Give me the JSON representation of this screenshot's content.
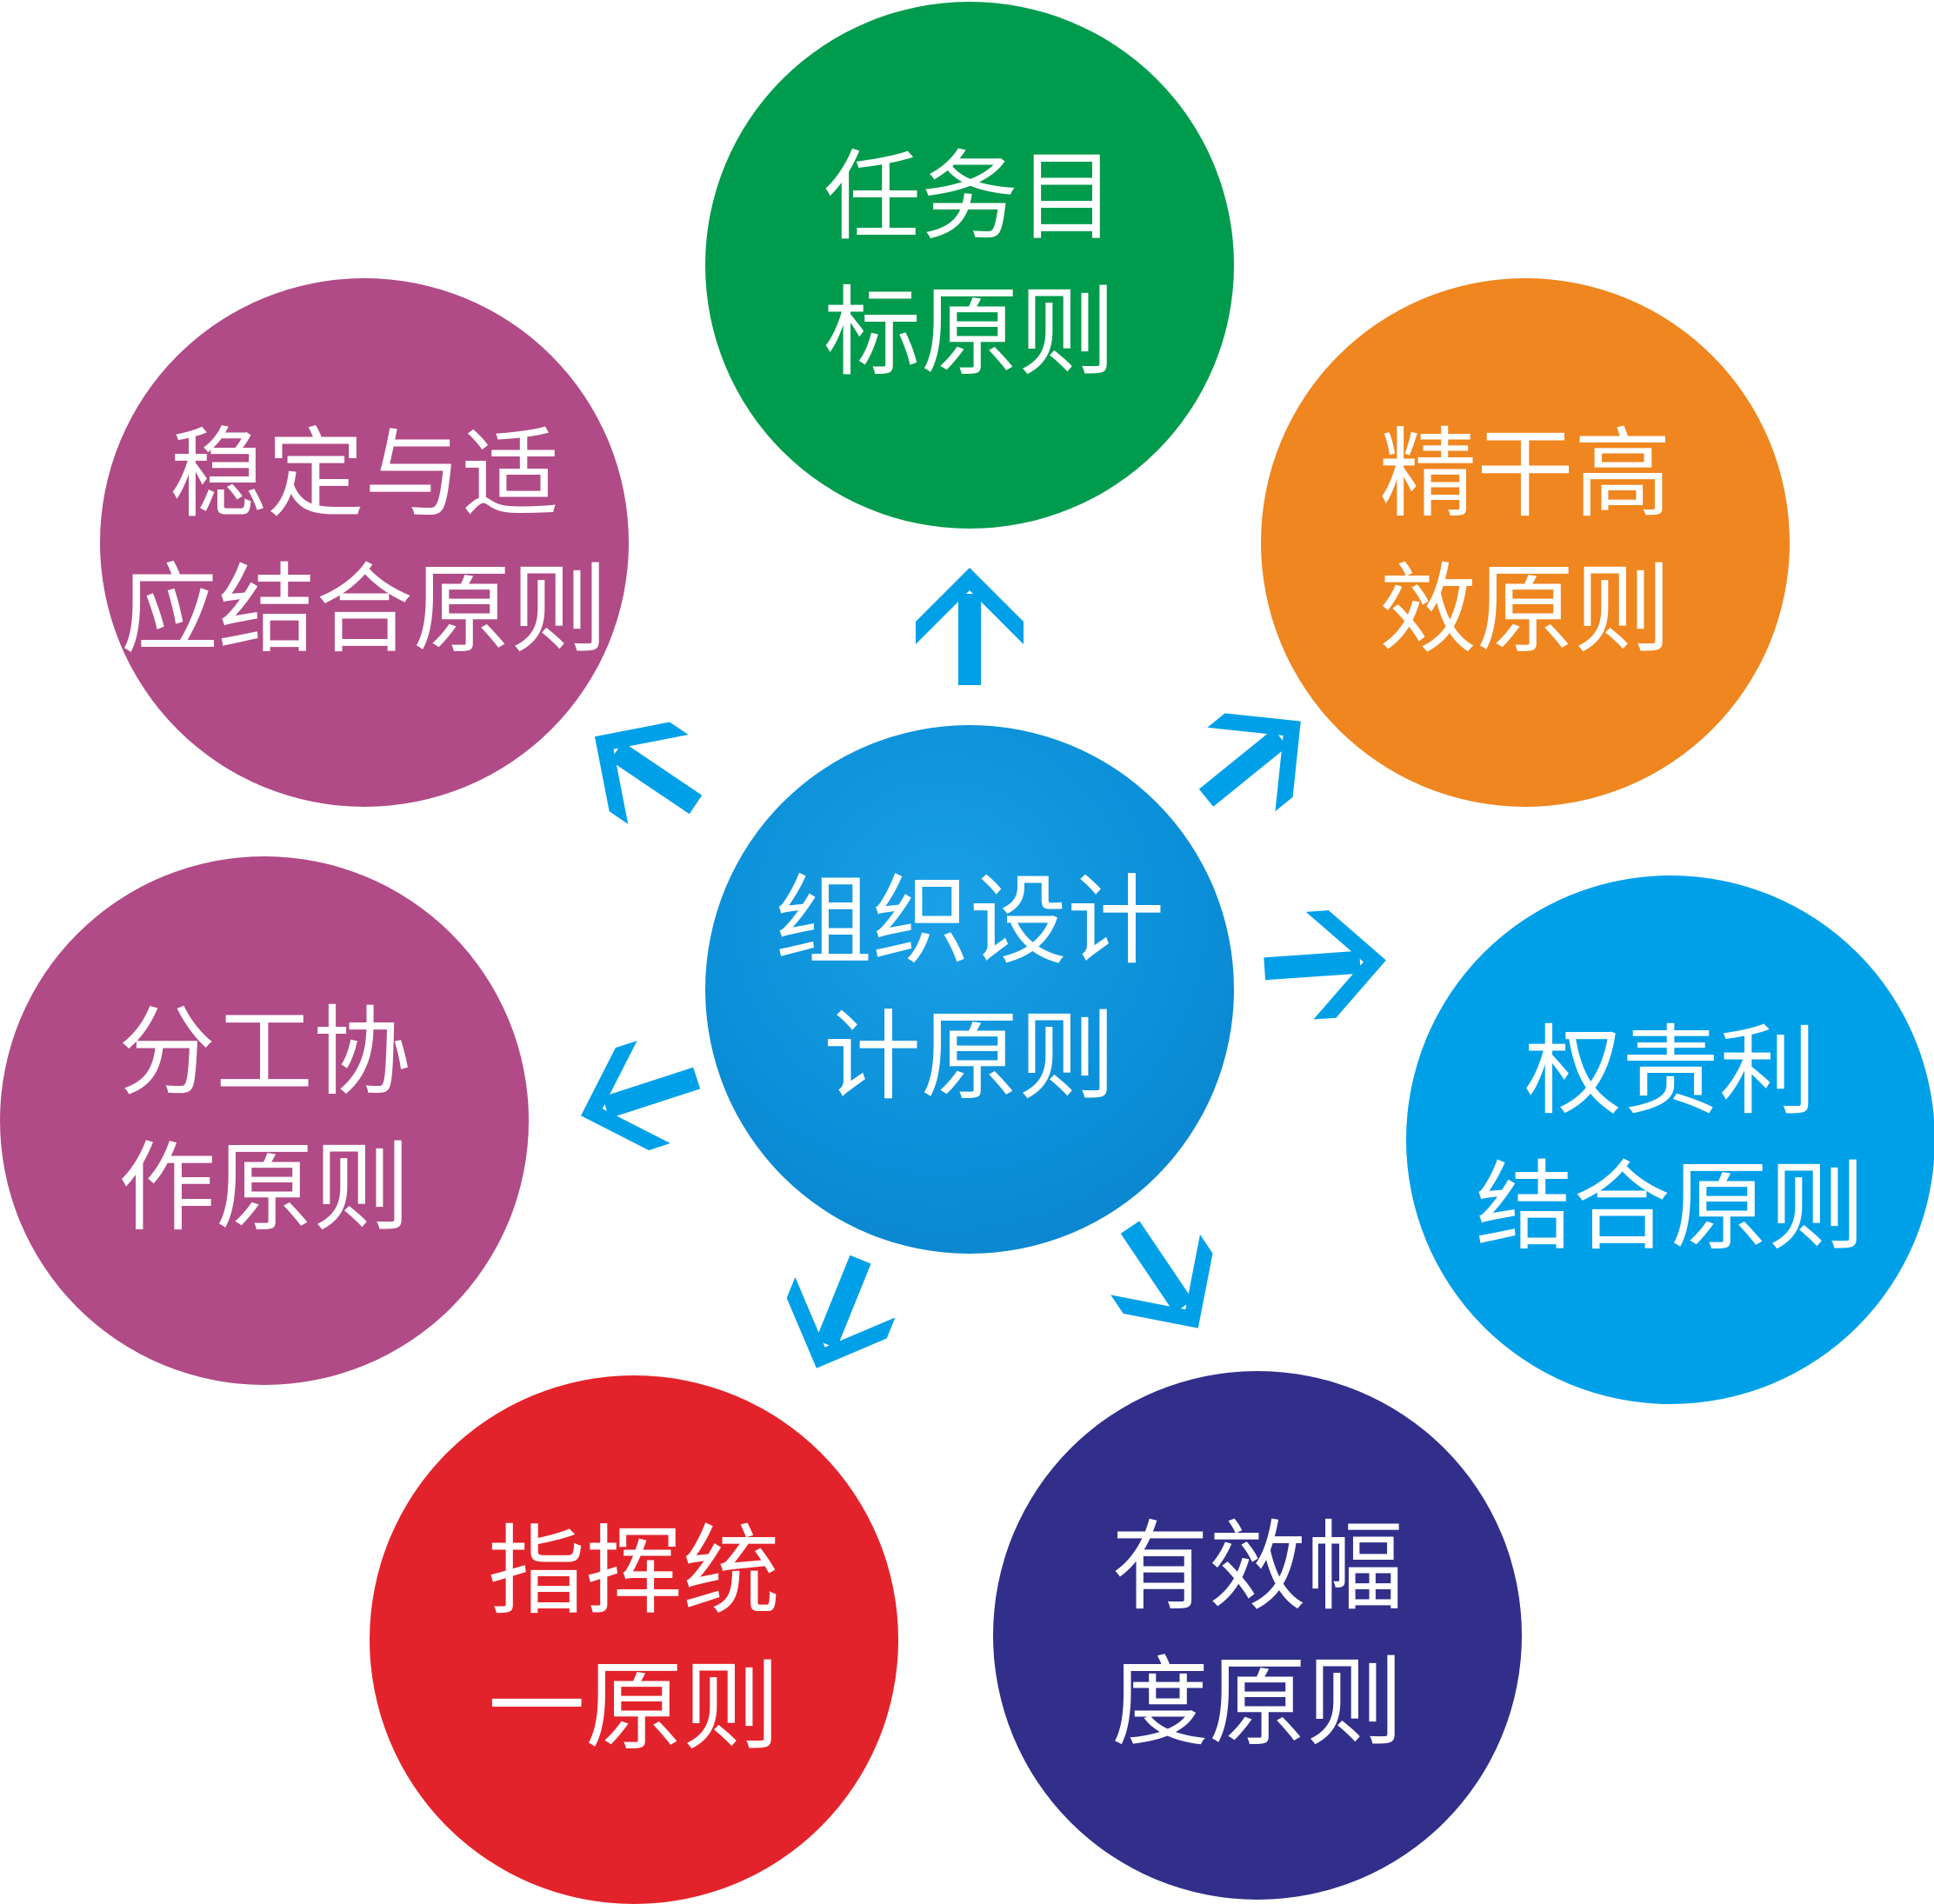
{
  "colors": {
    "arrow": "#00a0e9",
    "center": "#0b8fd8",
    "task": "#009b4c",
    "lean": "#ef861f",
    "authority": "#00a0e9",
    "span": "#312f8a",
    "command": "#e3232b",
    "division": "#b04b87",
    "stability": "#b04b87"
  },
  "center": {
    "line1": "组织设计",
    "line2": "计原则"
  },
  "principles": {
    "task": {
      "line1": "任务目",
      "line2": "标原则"
    },
    "lean": {
      "line1": "精干高",
      "line2": "效原则"
    },
    "authority": {
      "line1": "权责利",
      "line2": "结合原则"
    },
    "span": {
      "line1": "有效幅",
      "line2": "度原则"
    },
    "command": {
      "line1": "指挥统",
      "line2": "一原则"
    },
    "division": {
      "line1": "分工协",
      "line2": "作原则"
    },
    "stability": {
      "line1": "稳定与适",
      "line2": "应结合原则"
    }
  }
}
